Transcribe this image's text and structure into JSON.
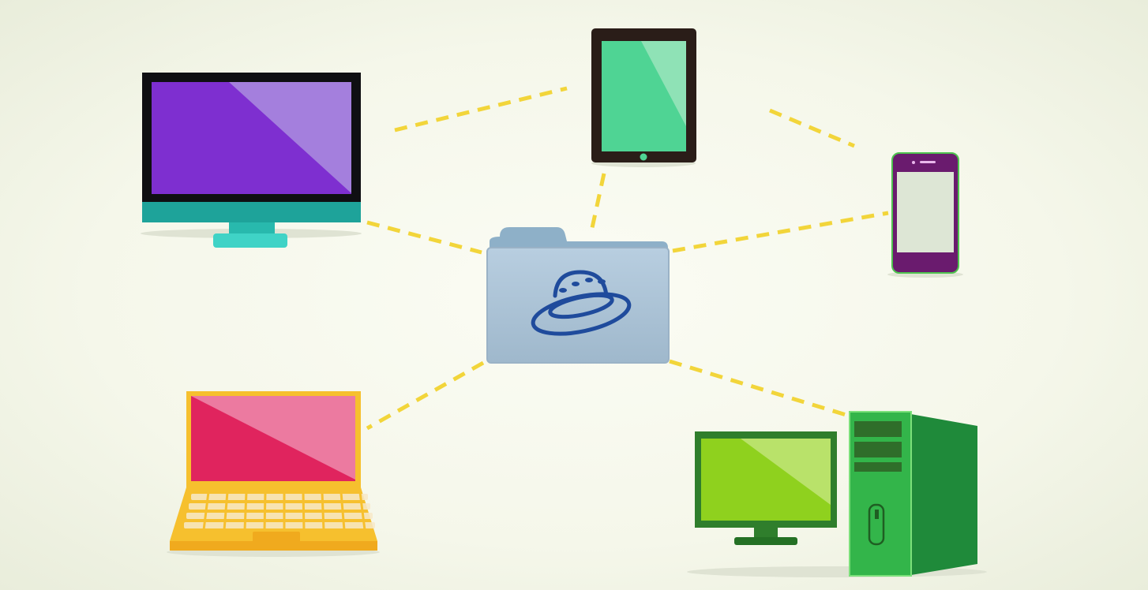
{
  "diagram": {
    "type": "hub-and-spoke",
    "hub": {
      "icon": "folder-with-ufo-icon"
    },
    "nodes": [
      {
        "id": "imac",
        "icon": "desktop-monitor-icon"
      },
      {
        "id": "tablet",
        "icon": "tablet-icon"
      },
      {
        "id": "phone",
        "icon": "smartphone-icon"
      },
      {
        "id": "laptop",
        "icon": "laptop-icon"
      },
      {
        "id": "desktop",
        "icon": "desktop-tower-pc-icon"
      }
    ],
    "edges": [
      {
        "from": "hub",
        "to": "imac",
        "style": "dashed"
      },
      {
        "from": "hub",
        "to": "tablet",
        "style": "dashed"
      },
      {
        "from": "hub",
        "to": "phone",
        "style": "dashed"
      },
      {
        "from": "hub",
        "to": "laptop",
        "style": "dashed"
      },
      {
        "from": "hub",
        "to": "desktop",
        "style": "dashed"
      },
      {
        "from": "imac",
        "to": "tablet",
        "style": "dashed"
      },
      {
        "from": "tablet",
        "to": "phone",
        "style": "dashed"
      }
    ]
  },
  "colors": {
    "link": "#f2d53a",
    "folder": "#a9c2d6",
    "ufo": "#1f4b9c",
    "imac_screen": "#7e2fd0",
    "imac_stand": "#1ea39a",
    "tablet_screen": "#4fd494",
    "phone_body": "#6a1b6e",
    "laptop_screen": "#e0245e",
    "laptop_body": "#f6c02e",
    "desktop_screen": "#8fd11e",
    "tower_body": "#33b54a"
  }
}
